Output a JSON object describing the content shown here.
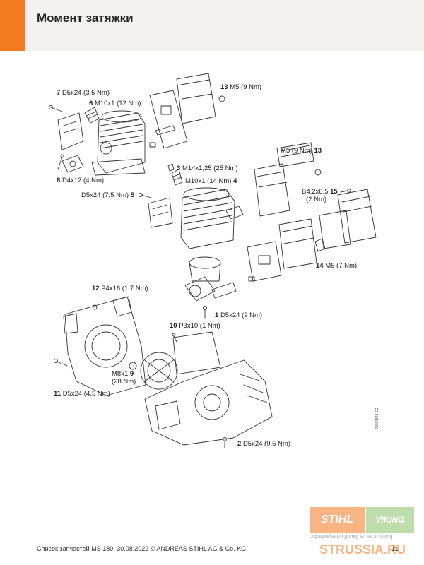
{
  "header": {
    "title": "Момент затяжки",
    "accent_color": "#f37a1f",
    "band_color": "#f4f2f0"
  },
  "callouts": [
    {
      "num": "7",
      "spec": "D5x24 (3,5 Nm)"
    },
    {
      "num": "6",
      "spec": "M10x1 (12 Nm)"
    },
    {
      "num": "8",
      "spec": "D4x12 (4 Nm)"
    },
    {
      "num": "13",
      "spec": "M5 (9 Nm)"
    },
    {
      "num": "13",
      "spec": "M5 (9 Nm)"
    },
    {
      "num": "3",
      "spec": "M14x1,25 (25 Nm)"
    },
    {
      "num": "4",
      "spec": "M10x1 (14 Nm)"
    },
    {
      "num": "5",
      "spec": "D5x24 (7,5 Nm)"
    },
    {
      "num": "15",
      "spec": "B4,2x6,5",
      "spec2": "(2 Nm)"
    },
    {
      "num": "14",
      "spec": "M5 (7 Nm)"
    },
    {
      "num": "12",
      "spec": "P4x16 (1,7 Nm)"
    },
    {
      "num": "1",
      "spec": "D5x24 (9 Nm)"
    },
    {
      "num": "10",
      "spec": "P3x10 (1 Nm)"
    },
    {
      "num": "9",
      "spec": "M8x1",
      "spec2": "(28 Nm)"
    },
    {
      "num": "11",
      "spec": "D5x24 (4,5 Nm)"
    },
    {
      "num": "2",
      "spec": "D5x24 (9,5 Nm)"
    }
  ],
  "doc_code": "20087948 SC",
  "footer": {
    "text": "Список запчастей MS 180, 30.08.2022 © ANDREAS STIHL AG & Co. KG",
    "page_number": "11"
  },
  "watermark": {
    "stihl": "STIHL",
    "viking": "VIKING",
    "dealer": "Официальный дилер STIHL и Viking",
    "site": "STRUSSIA.RU"
  }
}
